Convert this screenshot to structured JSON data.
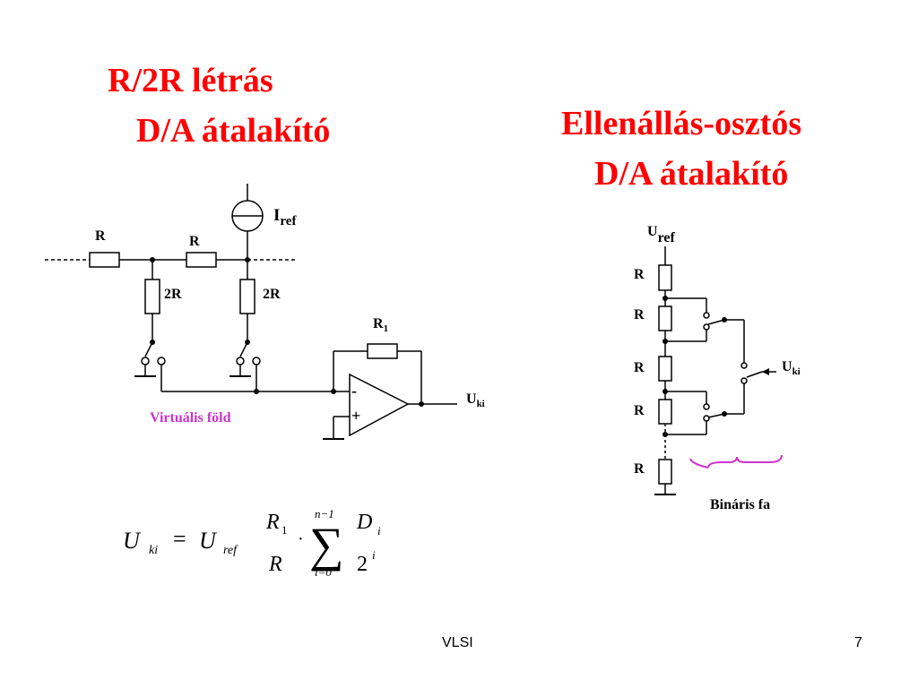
{
  "slide": {
    "title_left_line1": "R/2R létrás",
    "title_left_line2": "D/A átalakító",
    "title_right_line1": "Ellenállás-osztós",
    "title_right_line2": "D/A átalakító",
    "footer_center": "VLSI",
    "footer_page": "7"
  },
  "ladder": {
    "r_label_1": "R",
    "r_label_2": "R",
    "twor_label_1": "2R",
    "twor_label_2": "2R",
    "iref_main": "I",
    "iref_sub": "ref",
    "r1_main": "R",
    "r1_sub": "1",
    "minus": "-",
    "plus": "+",
    "uki_main": "U",
    "uki_sub": "ki",
    "virtual_ground": "Virtuális föld"
  },
  "divider": {
    "uref_main": "U",
    "uref_sub": "ref",
    "r_labels": [
      "R",
      "R",
      "R",
      "R",
      "R"
    ],
    "uki_main": "U",
    "uki_sub": "ki",
    "binary_tree": "Bináris fa"
  },
  "formula": {
    "u": "U",
    "ki": "ki",
    "eq": "=",
    "u2": "U",
    "ref": "ref",
    "r1": "R",
    "r1_sub": "1",
    "r": "R",
    "dot": "·",
    "sum": "∑",
    "upper": "n−1",
    "lower": "i=0",
    "d": "D",
    "d_sub": "i",
    "two": "2",
    "two_exp": "i"
  },
  "colors": {
    "title": "#ff0000",
    "virtual_ground": "#cc33cc",
    "brace": "#cc33cc"
  }
}
